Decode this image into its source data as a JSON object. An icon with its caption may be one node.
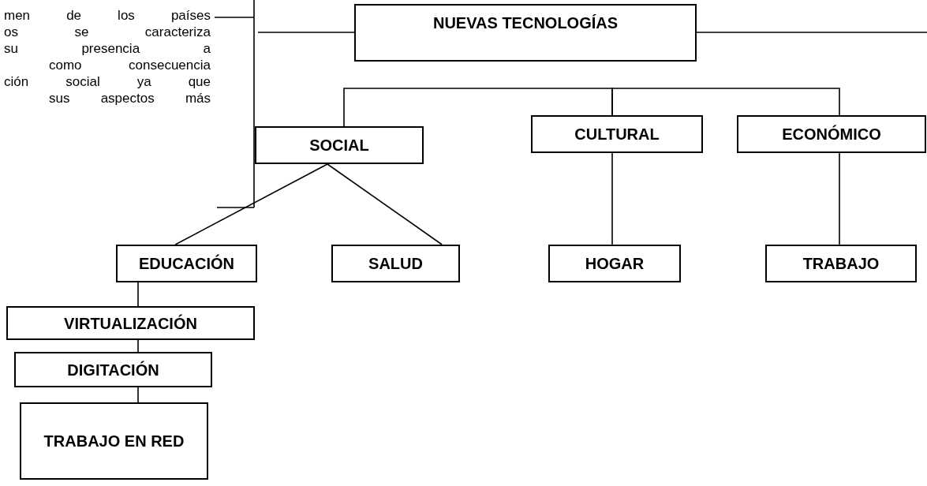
{
  "diagram": {
    "nodes": [
      {
        "text": [
          "NUEVAS TECNOLOGÍAS"
        ]
      },
      {
        "text": [
          "SOCIAL"
        ]
      },
      {
        "text": [
          "CULTURAL"
        ]
      },
      {
        "text": [
          "ECONÓMICO"
        ]
      },
      {
        "text": [
          "EDUCACIÓN"
        ]
      },
      {
        "text": [
          "SALUD"
        ]
      },
      {
        "text": [
          "HOGAR"
        ]
      },
      {
        "text": [
          "TRABAJO"
        ]
      },
      {
        "text": [
          "VIRTUALIZACIÓN"
        ]
      },
      {
        "text": [
          "DIGITACIÓN"
        ]
      },
      {
        "text": [
          "TRABAJO EN RED"
        ]
      }
    ],
    "edges": [
      {
        "from": 0,
        "to": null,
        "arrow": "none"
      },
      {
        "from": 0,
        "to": null,
        "arrow": "none"
      },
      {
        "from": 1,
        "to": 2,
        "arrow": "none"
      },
      {
        "from": 2,
        "to": 3,
        "arrow": "none"
      },
      {
        "from": 1,
        "to": 4,
        "arrow": "none"
      },
      {
        "from": 1,
        "to": 5,
        "arrow": "none"
      },
      {
        "from": 2,
        "to": 6,
        "arrow": "none"
      },
      {
        "from": 3,
        "to": 7,
        "arrow": "none"
      },
      {
        "from": 4,
        "to": 8,
        "arrow": "none"
      },
      {
        "from": 8,
        "to": 9,
        "arrow": "none"
      },
      {
        "from": 9,
        "to": 10,
        "arrow": "none"
      }
    ],
    "labels": [
      "men de los países",
      "os se caracteriza",
      "su presencia a",
      "como consecuencia",
      "ción social ya que",
      "sus aspectos más"
    ]
  }
}
